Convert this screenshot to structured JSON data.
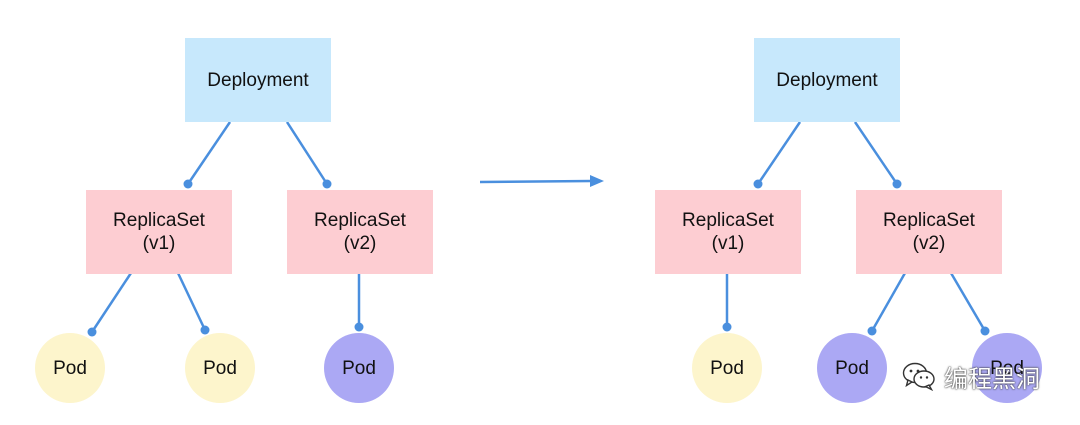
{
  "colors": {
    "deployment_fill": "#c7e8fc",
    "replicaset_fill": "#fdcdd2",
    "pod_v1_fill": "#fdf5cc",
    "pod_v2_fill": "#aba8f4",
    "connector": "#4a8fde"
  },
  "left": {
    "deployment": {
      "label": "Deployment"
    },
    "replicasets": [
      {
        "name": "ReplicaSet",
        "version": "(v1)"
      },
      {
        "name": "ReplicaSet",
        "version": "(v2)"
      }
    ],
    "pods": [
      {
        "label": "Pod",
        "replicaset": "v1"
      },
      {
        "label": "Pod",
        "replicaset": "v1"
      },
      {
        "label": "Pod",
        "replicaset": "v2"
      }
    ]
  },
  "transition_arrow": "right-arrow",
  "right": {
    "deployment": {
      "label": "Deployment"
    },
    "replicasets": [
      {
        "name": "ReplicaSet",
        "version": "(v1)"
      },
      {
        "name": "ReplicaSet",
        "version": "(v2)"
      }
    ],
    "pods": [
      {
        "label": "Pod",
        "replicaset": "v1"
      },
      {
        "label": "Pod",
        "replicaset": "v2"
      },
      {
        "label": "Pod",
        "replicaset": "v2"
      }
    ]
  },
  "watermark": {
    "icon": "wechat-icon",
    "text": "编程黑洞"
  }
}
